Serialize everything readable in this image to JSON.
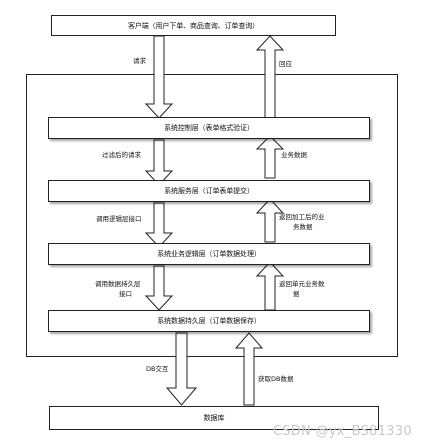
{
  "nodes": {
    "client": "客户端（用户下单、商品查询、订单查询）",
    "control": "系统控制层（表单格式验证）",
    "service": "系统服务层（订单表单提交）",
    "logic": "系统业务逻辑层（订单数据处理）",
    "persist": "系统数据持久层（订单数据保存）",
    "database": "数据库"
  },
  "edges": {
    "request": "请求",
    "response": "回应",
    "filtered_request": "过滤后的请求",
    "business_data": "业务数据",
    "call_logic_line1": "调用逻辑层接口",
    "call_logic_line2": "",
    "return_processed_line1": "返回加工后的业",
    "return_processed_line2": "务数据",
    "call_persist_line1": "调用数据持久层",
    "call_persist_line2": "接口",
    "return_unit_line1": "返回单元业务数",
    "return_unit_line2": "据",
    "db_interact": "DB交互",
    "get_db_data": "获取DB数据"
  },
  "watermark": "CSDN @yx_BS81330"
}
